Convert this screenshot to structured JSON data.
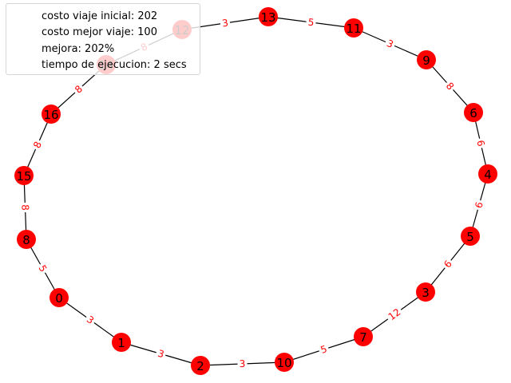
{
  "colors": {
    "node": "#ff0000",
    "edge": "#000000",
    "edge_label": "#ff0000",
    "background": "#ffffff"
  },
  "graph": {
    "nodes": [
      "13",
      "11",
      "9",
      "6",
      "4",
      "5",
      "3",
      "7",
      "10",
      "2",
      "1",
      "0",
      "8",
      "15",
      "16",
      "14",
      "12"
    ],
    "edges": [
      {
        "from": "12",
        "to": "13",
        "weight": "3"
      },
      {
        "from": "13",
        "to": "11",
        "weight": "5"
      },
      {
        "from": "11",
        "to": "9",
        "weight": "3"
      },
      {
        "from": "9",
        "to": "6",
        "weight": "8"
      },
      {
        "from": "6",
        "to": "4",
        "weight": "6"
      },
      {
        "from": "4",
        "to": "5",
        "weight": "6"
      },
      {
        "from": "5",
        "to": "3",
        "weight": "6"
      },
      {
        "from": "3",
        "to": "7",
        "weight": "12"
      },
      {
        "from": "7",
        "to": "10",
        "weight": "5"
      },
      {
        "from": "10",
        "to": "2",
        "weight": "3"
      },
      {
        "from": "2",
        "to": "1",
        "weight": "3"
      },
      {
        "from": "1",
        "to": "0",
        "weight": "3"
      },
      {
        "from": "0",
        "to": "8",
        "weight": "5"
      },
      {
        "from": "8",
        "to": "15",
        "weight": "8"
      },
      {
        "from": "15",
        "to": "16",
        "weight": "8"
      },
      {
        "from": "16",
        "to": "14",
        "weight": "8"
      },
      {
        "from": "14",
        "to": "12",
        "weight": "8"
      }
    ]
  },
  "legend": {
    "items": [
      "costo viaje inicial: 202",
      "costo mejor viaje: 100",
      "mejora: 202%",
      "tiempo de ejecucion: 2 secs"
    ]
  }
}
